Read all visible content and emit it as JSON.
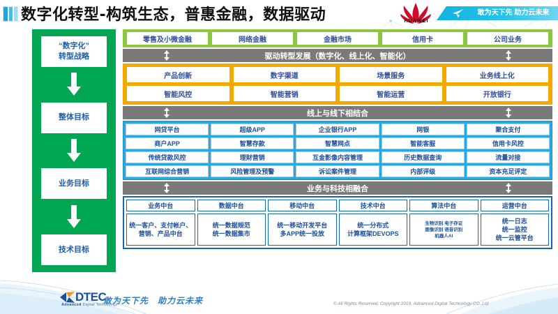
{
  "header": {
    "title": "数字化转型-构筑生态，普惠金融，数据驱动",
    "brand": "HUAWEI",
    "banner_slogan": "敢为天下先 助力云未来"
  },
  "sidebar": {
    "items": [
      {
        "label": "“数字化”\n转型战略"
      },
      {
        "label": "整体目标"
      },
      {
        "label": "业务目标"
      },
      {
        "label": "技术目标"
      }
    ]
  },
  "business_row": {
    "cells": [
      "零售及小微金融",
      "网络金融",
      "金融市场",
      "信用卡",
      "公司业务"
    ]
  },
  "band_drive": {
    "label": "驱动转型发展（数字化、线上化、智能化）"
  },
  "goals": {
    "rows": [
      [
        "产品创新",
        "数字渠道",
        "场景服务",
        "业务线上化"
      ],
      [
        "智能风控",
        "智能营销",
        "智能运营",
        "开放银行"
      ]
    ]
  },
  "band_online_offline": {
    "label": "线上与线下相结合"
  },
  "capabilities": {
    "rows": [
      [
        "网贷平台",
        "超级APP",
        "企业银行APP",
        "网银",
        "聚合支付"
      ],
      [
        "商户APP",
        "智慧存款",
        "智慧网点",
        "智能客服",
        "信用卡风控"
      ],
      [
        "传统贷款风控",
        "理财营销",
        "互金影像内容管理",
        "历史数据查询",
        "流量对接"
      ],
      [
        "互联网综合营销",
        "风险管理及预警",
        "诉讼案件管理",
        "内部评级",
        "资本充足评定"
      ]
    ]
  },
  "band_fusion": {
    "label": "业务与科技相融合"
  },
  "platforms": {
    "columns": [
      {
        "head": "业务中台",
        "body": "统一客户、支付帐户、营销、产品中台",
        "small": false
      },
      {
        "head": "数据中台",
        "body": "统一数据规范\n统一数据集市",
        "small": false
      },
      {
        "head": "移动中台",
        "body": "统一移动开发平台\n多APP统一投放",
        "small": false
      },
      {
        "head": "技术中台",
        "body": "统一分布式\n计算框架DEVOPS",
        "small": false
      },
      {
        "head": "算法中台",
        "body": "生物识别 电子存证\n图像识别 语音识别\n机器人AI",
        "small": true
      },
      {
        "head": "运营中台",
        "body": "统一日志\n统一监控\n统一云管平台",
        "small": false
      }
    ]
  },
  "footer": {
    "logo_name": "DTEC",
    "logo_sub_bold": "Advanced",
    "logo_sub": " Digital Technology",
    "slogan": "敢为天下先　助力云未来",
    "copyright": "© All Rights Reserved. Copyright 2019, Advanced Digital Technology CO.,Ltd"
  },
  "colors": {
    "sidebar_green": "#00a651",
    "row_green": "#8dc63f",
    "band_gray": "#7a7a7a",
    "orange": "#f5a800",
    "blue": "#27aae1",
    "deep_blue": "#1268b3",
    "text_blue": "#1b4f9c"
  }
}
